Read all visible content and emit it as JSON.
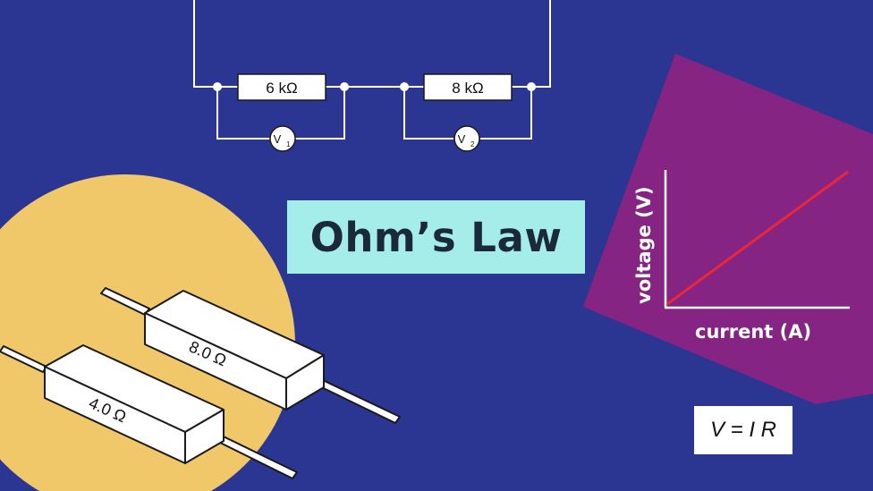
{
  "title": "Ohm’s Law",
  "circuit": {
    "resistor1_label": "6 kΩ",
    "resistor2_label": "8 kΩ",
    "voltmeter1": {
      "symbol": "V",
      "subscript": "1"
    },
    "voltmeter2": {
      "symbol": "V",
      "subscript": "2"
    }
  },
  "resistors": {
    "top_label": "8.0 Ω",
    "bottom_label": "4.0 Ω"
  },
  "graph": {
    "ylabel": "voltage (V)",
    "xlabel": "current (A)",
    "line_color": "#e8283a",
    "panel_color": "#862483"
  },
  "equation": "V = I R",
  "colors": {
    "background": "#2b3592",
    "title_box": "#a5ede8",
    "circle": "#f0c86a"
  }
}
